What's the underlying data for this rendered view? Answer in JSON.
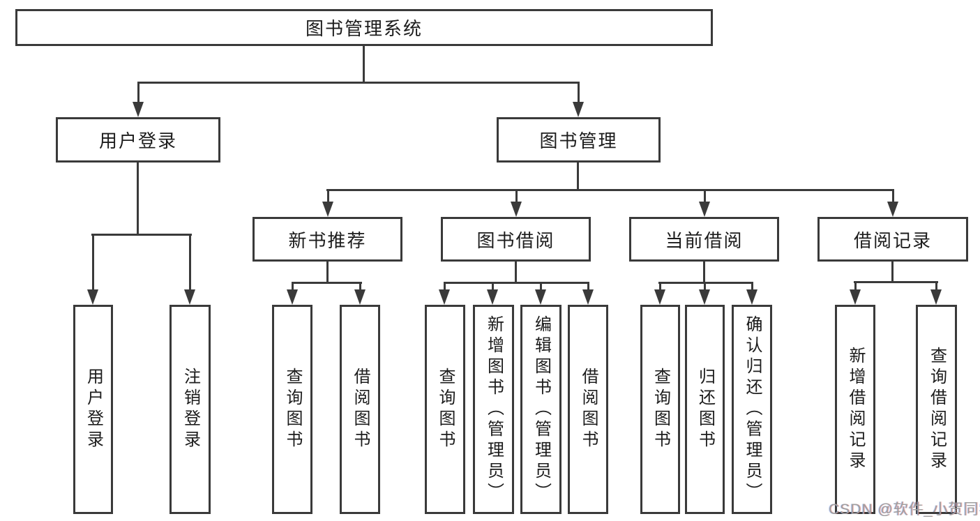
{
  "diagram": {
    "root": "图书管理系统",
    "level2": {
      "user": "用户登录",
      "book": "图书管理"
    },
    "level3": {
      "recommend": "新书推荐",
      "borrow": "图书借阅",
      "current": "当前借阅",
      "records": "借阅记录"
    },
    "leaves": {
      "user_login": "用户登录",
      "user_logout": "注销登录",
      "rec_query_book": "查询图书",
      "rec_borrow_book": "借阅图书",
      "bor_query_book": "查询图书",
      "bor_add_book": "新增图书（管理员）",
      "bor_edit_book": "编辑图书（管理员）",
      "bor_borrow_book": "借阅图书",
      "cur_query_book": "查询图书",
      "cur_return_book": "归还图书",
      "cur_confirm_return": "确认归还（管理员）",
      "log_add_record": "新增借阅记录",
      "log_query_record": "查询借阅记录"
    },
    "watermark": "CSDN @软件_小贺同学",
    "colors": {
      "line": "#3a3a3a",
      "text": "#1c1c1c",
      "watermark": "#9f9f9f",
      "background": "#ffffff"
    }
  }
}
